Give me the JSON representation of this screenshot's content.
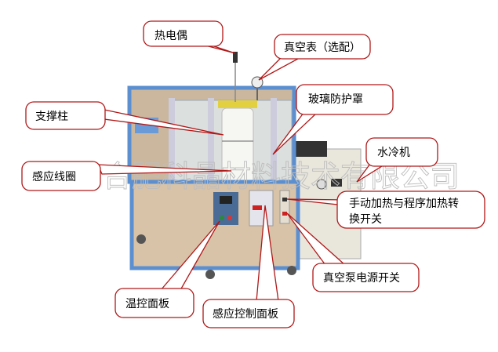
{
  "watermark": "合肥科晶材料技术有限公司",
  "callouts": {
    "thermocouple": "热电偶",
    "vacuum_gauge": "真空表（选配）",
    "support_column": "支撑柱",
    "glass_shield": "玻璃防护罩",
    "induction_coil": "感应线圈",
    "water_chiller": "水冷机",
    "switch_line1": "手动加热与程序加热转",
    "switch_line2": "换开关",
    "vacuum_pump_switch": "真空泵电源开关",
    "temp_panel": "温控面板",
    "induction_panel": "感应控制面板"
  },
  "colors": {
    "frame": "#5b8fd0",
    "panel": "#d8c3a8",
    "callout_border": "#b01818"
  }
}
